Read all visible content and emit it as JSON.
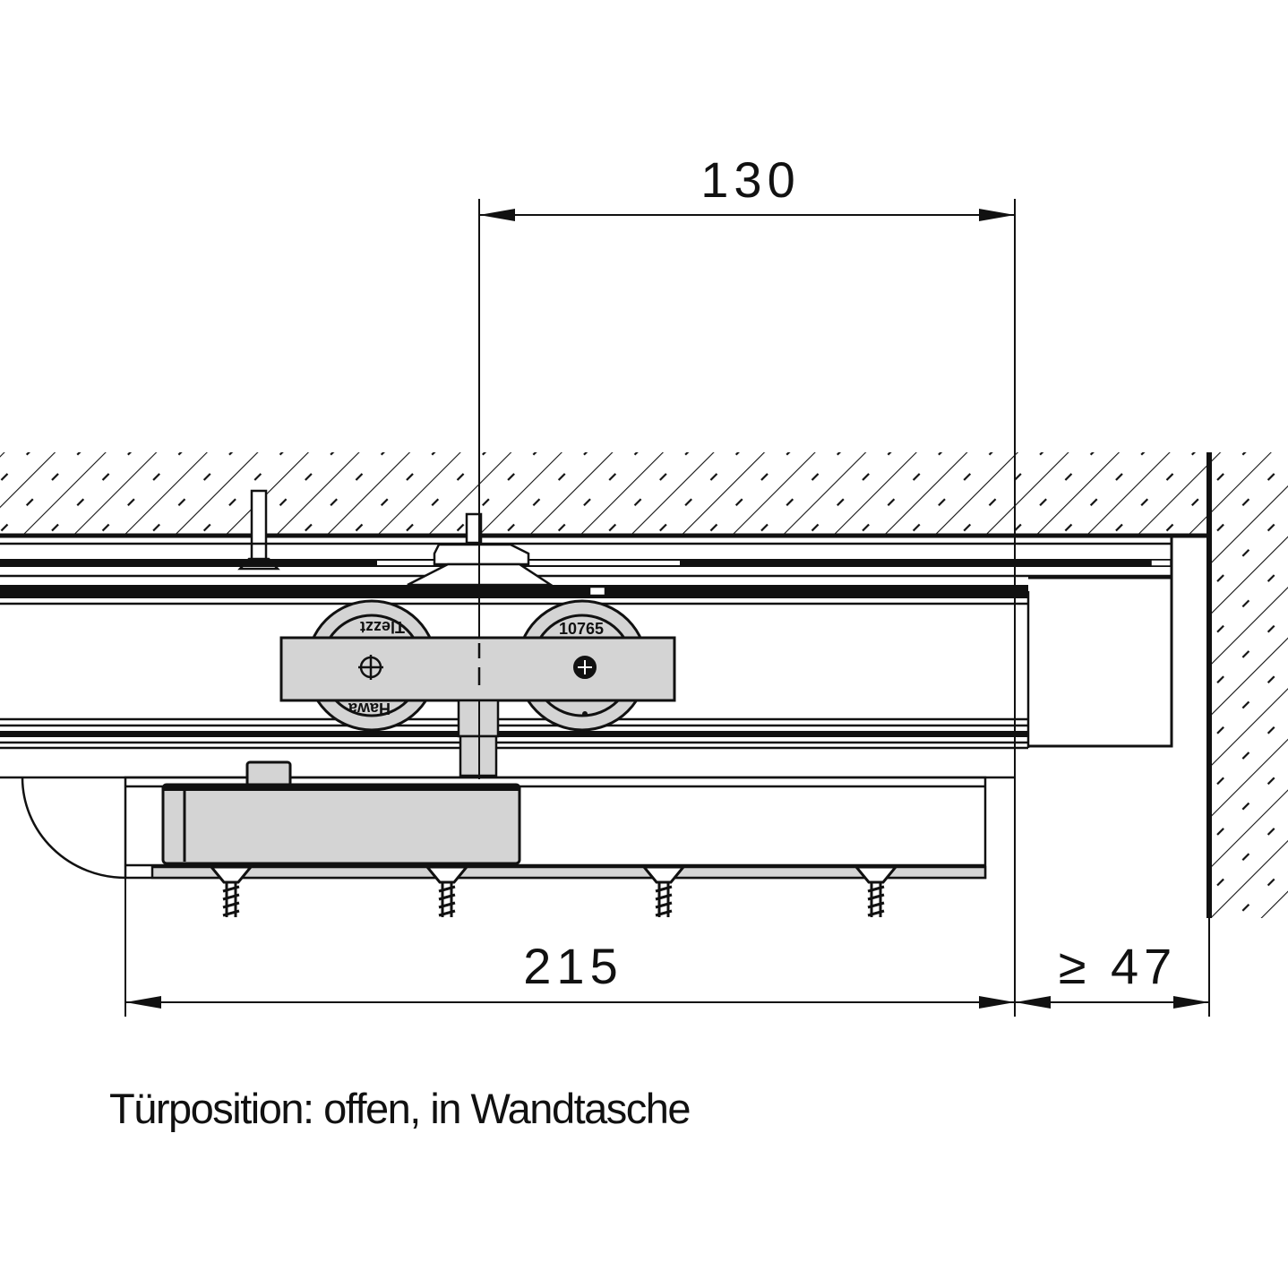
{
  "dimensions": {
    "top_width": "130",
    "bottom_width": "215",
    "wall_clearance": "≥ 47"
  },
  "caption": "Türposition: offen, in Wandtasche",
  "wheel_markings": {
    "left_top": "Tlezzt",
    "left_bottom": "Hawa",
    "right_top": "10765"
  },
  "colors": {
    "line": "#111111",
    "part_fill": "#d4d4d4"
  }
}
